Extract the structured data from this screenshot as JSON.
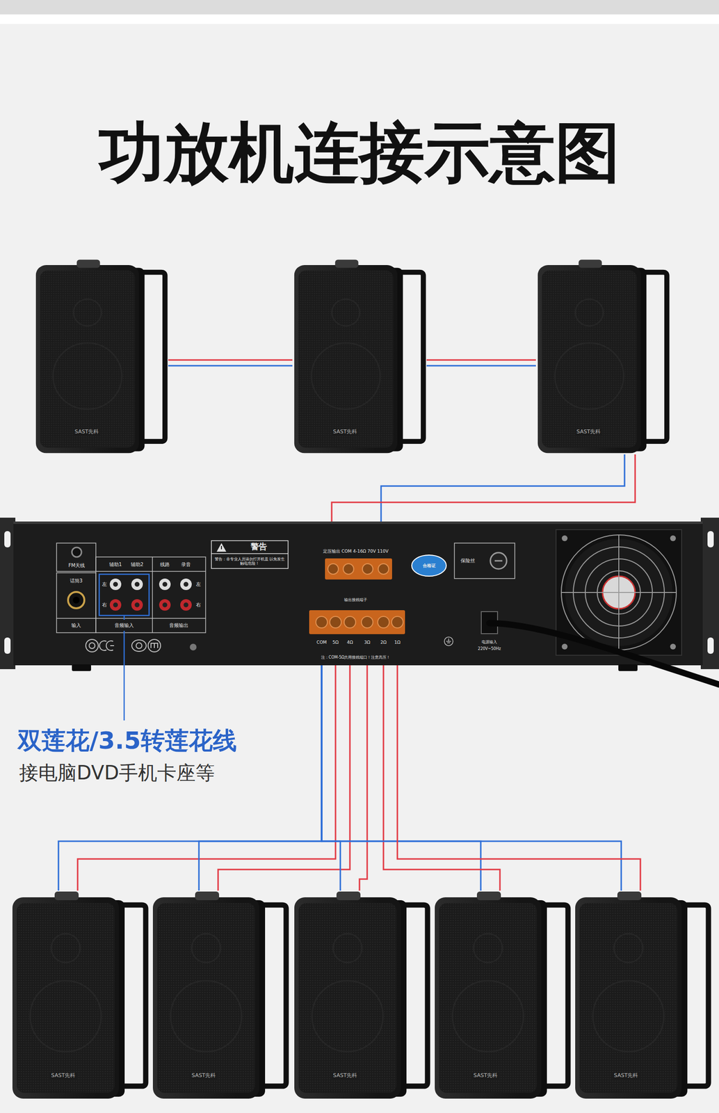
{
  "diagram": {
    "title": "功放机连接示意图",
    "nodes": [
      {
        "text": [
          "SAST先科"
        ]
      },
      {
        "text": [
          "SAST先科"
        ]
      },
      {
        "text": [
          "SAST先科"
        ]
      },
      {
        "text": [
          "FM天线",
          "话筒3",
          "输入",
          "辅助1",
          "辅助2",
          "线路",
          "录音",
          "左",
          "右",
          "左",
          "右",
          "音频输入",
          "音频输出",
          "警告",
          "警告：非专业人员请勿打开机盖 以免发生触电危险！",
          "定压输出 COM 4-16Ω 70V 110V",
          "合格证",
          "保险丝",
          "输出接线端子",
          "COM",
          "5Ω",
          "4Ω",
          "3Ω",
          "2Ω",
          "1Ω",
          "注：COM-5Ω共用接线端口！注意高压！",
          "电源输入",
          "220V~50Hz"
        ]
      },
      {
        "text": [
          "SAST先科"
        ]
      },
      {
        "text": [
          "SAST先科"
        ]
      },
      {
        "text": [
          "SAST先科"
        ]
      },
      {
        "text": [
          "SAST先科"
        ]
      },
      {
        "text": [
          "SAST先科"
        ]
      }
    ],
    "edges": [
      {
        "from": 0,
        "to": 1,
        "arrow": "none"
      },
      {
        "from": 1,
        "to": 2,
        "arrow": "none"
      },
      {
        "from": 2,
        "to": 3,
        "arrow": "none"
      },
      {
        "from": 3,
        "to": 4,
        "arrow": "none"
      },
      {
        "from": 3,
        "to": 5,
        "arrow": "none"
      },
      {
        "from": 3,
        "to": 6,
        "arrow": "none"
      },
      {
        "from": 3,
        "to": 7,
        "arrow": "none"
      },
      {
        "from": 3,
        "to": 8,
        "arrow": "none"
      }
    ],
    "labels": [
      "双莲花/3.5转莲花线",
      "接电脑DVD手机卡座等"
    ]
  }
}
